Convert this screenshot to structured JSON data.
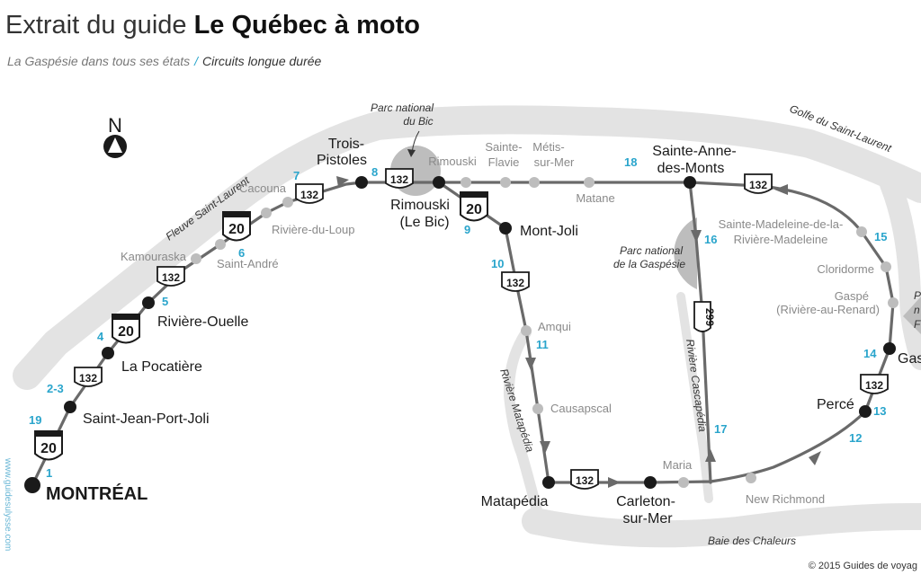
{
  "header": {
    "title_prefix": "Extrait du guide ",
    "title_bold": "Le Québec à moto",
    "subtitle_left": "La Gaspésie dans tous ses états",
    "subtitle_sep": "/",
    "subtitle_right": "Circuits longue durée"
  },
  "compass": {
    "letter": "N"
  },
  "water": {
    "fleuve": "Fleuve Saint-Laurent",
    "golfe": "Golfe du Saint-Laurent",
    "baie": "Baie des Chaleurs",
    "matapedia": "Rivière Matapédia",
    "cascapedia": "Rivière Cascapédia"
  },
  "parks": {
    "bic_l1": "Parc national",
    "bic_l2": "du Bic",
    "gaspesie_l1": "Parc national",
    "gaspesie_l2": "de la Gaspésie",
    "forillon_l1": "P",
    "forillon_l2": "n",
    "forillon_l3": "F"
  },
  "towns_major": {
    "montreal": "MONTRÉAL",
    "saint_jean": "Saint-Jean-Port-Joli",
    "la_pocatiere": "La Pocatière",
    "riviere_ouelle": "Rivière-Ouelle",
    "trois_pistoles_l1": "Trois-",
    "trois_pistoles_l2": "Pistoles",
    "rimouski_bic_l1": "Rimouski",
    "rimouski_bic_l2": "(Le Bic)",
    "mont_joli": "Mont-Joli",
    "sainte_anne_l1": "Sainte-Anne-",
    "sainte_anne_l2": "des-Monts",
    "matapedia": "Matapédia",
    "carleton_l1": "Carleton-",
    "carleton_l2": "sur-Mer",
    "perce": "Percé",
    "gaspe_cut": "Gas"
  },
  "towns_minor": {
    "kamouraska": "Kamouraska",
    "saint_andre": "Saint-André",
    "riviere_du_loup": "Rivière-du-Loup",
    "cacouna": "Cacouna",
    "rimouski": "Rimouski",
    "sainte_flavie_l1": "Sainte-",
    "sainte_flavie_l2": "Flavie",
    "metis_l1": "Métis-",
    "metis_l2": "sur-Mer",
    "matane": "Matane",
    "sainte_madeleine_l1": "Sainte-Madeleine-de-la-",
    "sainte_madeleine_l2": "Rivière-Madeleine",
    "cloridorme": "Cloridorme",
    "gaspe_l1": "Gaspé",
    "gaspe_l2": "(Rivière-au-Renard)",
    "amqui": "Amqui",
    "causapscal": "Causapscal",
    "maria": "Maria",
    "new_richmond": "New Richmond"
  },
  "route_shields": {
    "r20a": "20",
    "r132a": "132",
    "r20b": "20",
    "r132b": "132",
    "r20c": "20",
    "r132c": "132",
    "r132d": "132",
    "r20d": "20",
    "r132e": "132",
    "r132f": "132",
    "r299": "299",
    "r132g": "132",
    "r132h": "132"
  },
  "stage_numbers": {
    "s1": "1",
    "s19": "19",
    "s2_3": "2-3",
    "s4": "4",
    "s5": "5",
    "s6": "6",
    "s7": "7",
    "s8": "8",
    "s9": "9",
    "s10": "10",
    "s11": "11",
    "s12": "12",
    "s13": "13",
    "s14": "14",
    "s15": "15",
    "s16": "16",
    "s17": "17",
    "s18": "18"
  },
  "footer": {
    "url": "www.guidesulysse.com",
    "copyright": "© 2015 Guides de voyag"
  },
  "colors": {
    "route": "#6a6a6a",
    "water": "#e3e3e3",
    "park": "#bdbdbd",
    "stage_number": "#2aa5cc",
    "town_major": "#1a1a1a",
    "town_minor": "#8a8a8a"
  }
}
